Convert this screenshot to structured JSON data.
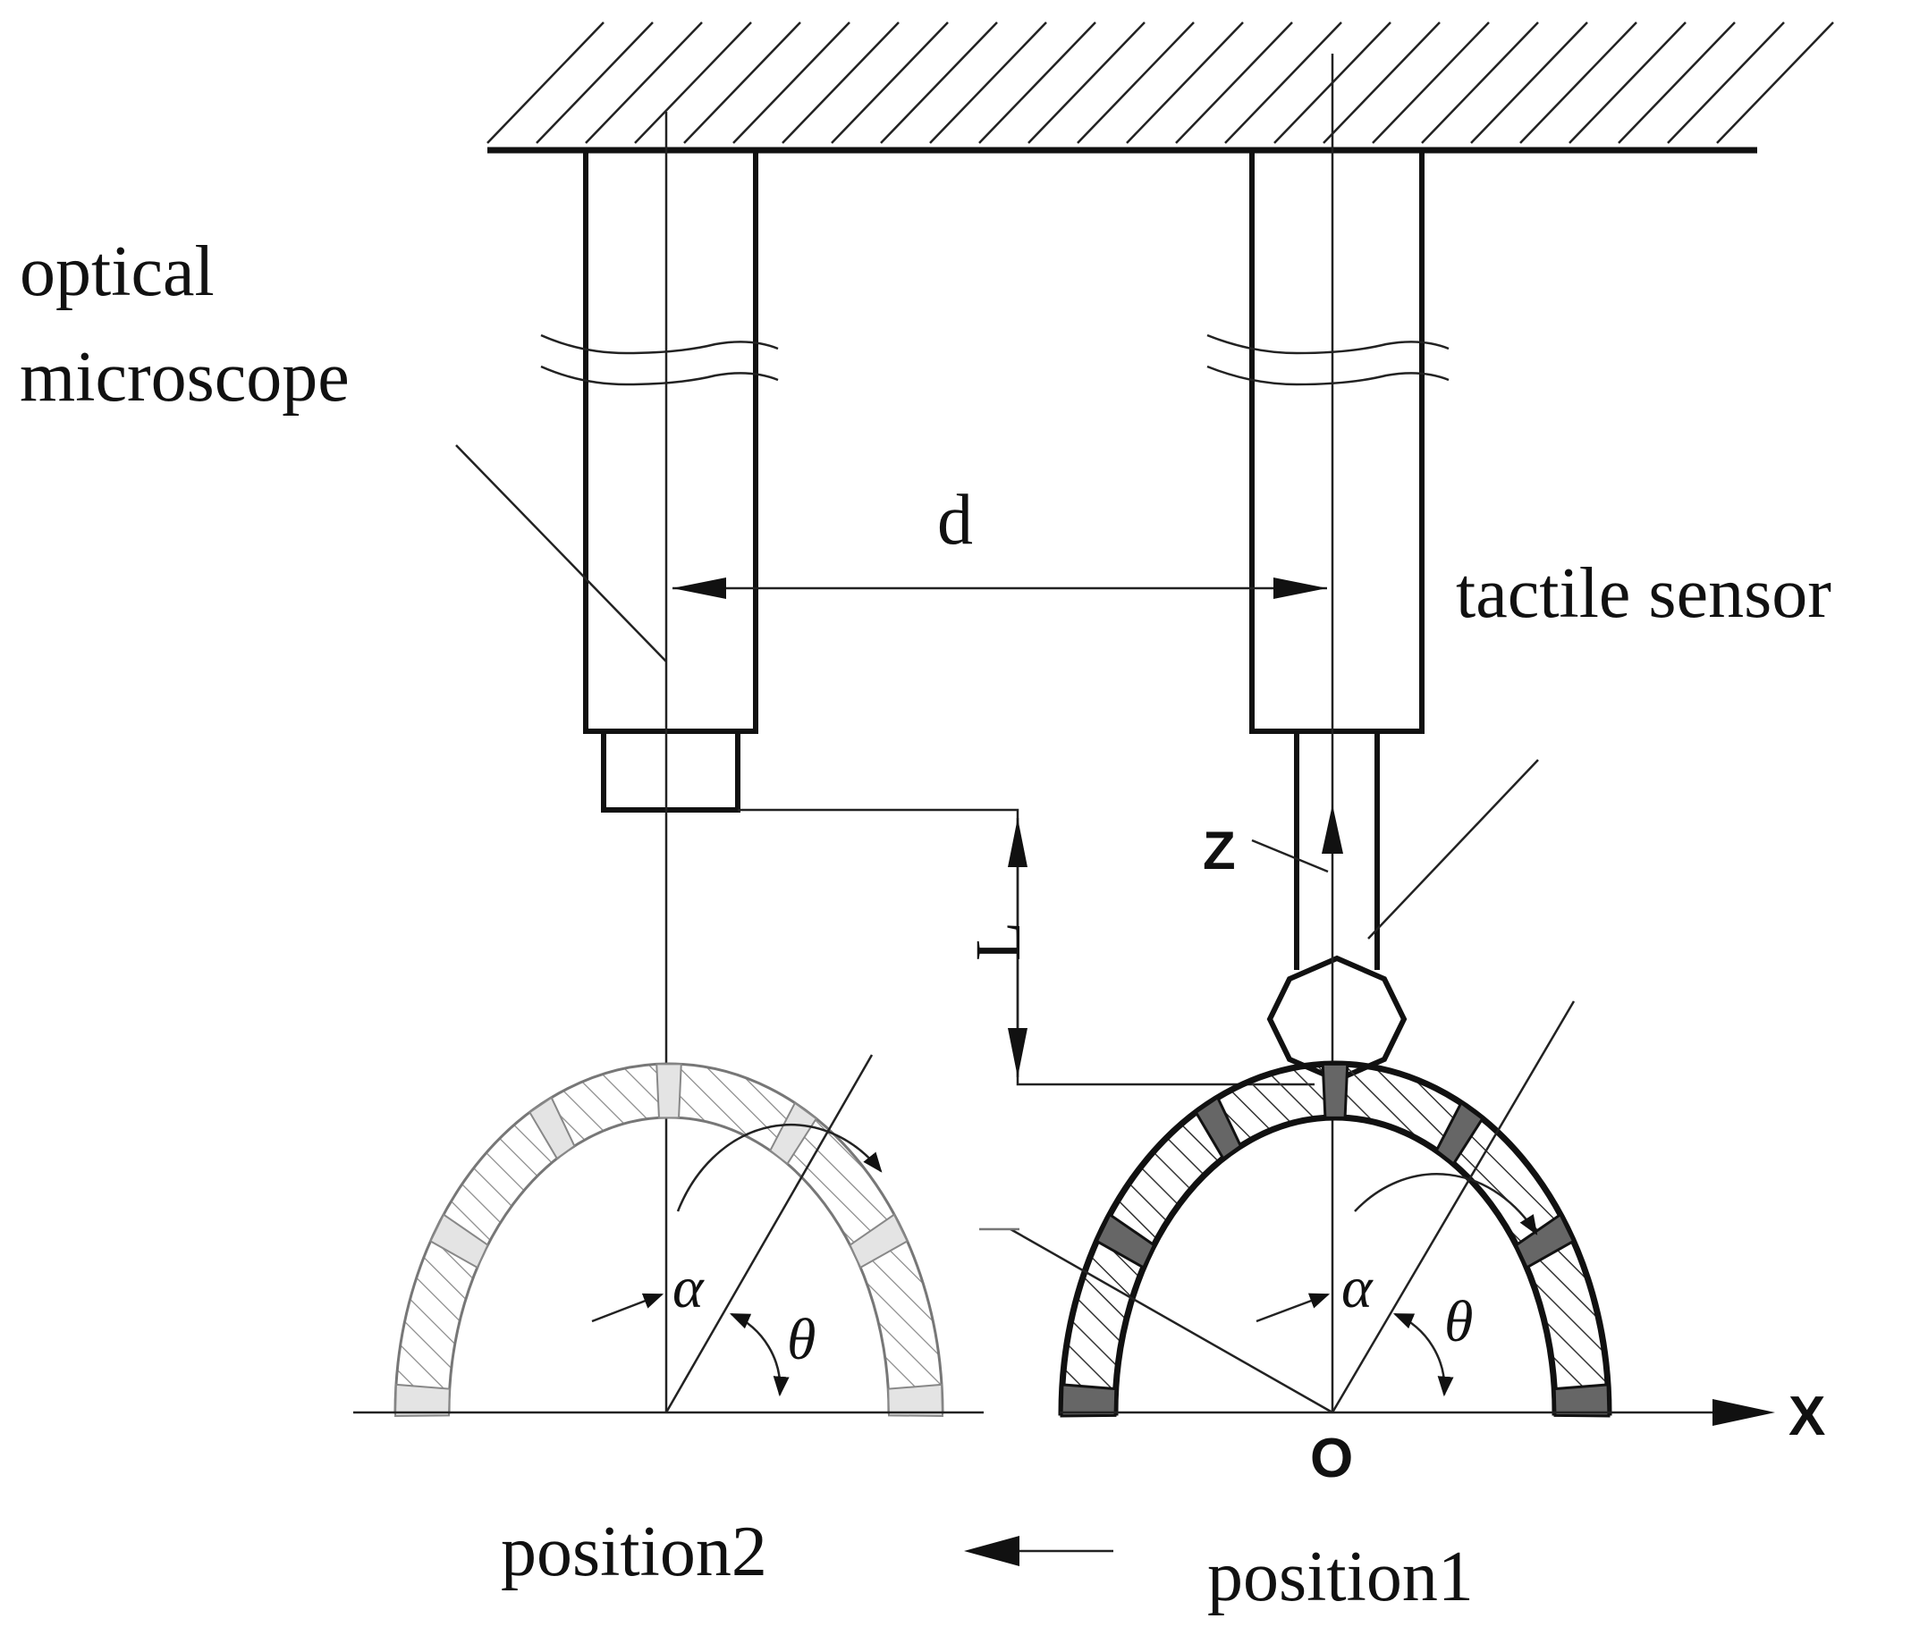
{
  "labels": {
    "optical_line1": "optical",
    "optical_line2": "microscope",
    "tactile": "tactile sensor",
    "d": "d",
    "L": "L",
    "z": "Z",
    "x": "X",
    "o": "O",
    "alpha": "α",
    "theta": "θ",
    "position1": "position1",
    "position2": "position2"
  }
}
